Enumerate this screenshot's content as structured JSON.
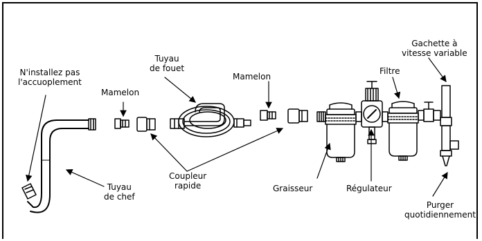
{
  "labels": {
    "no_coupling": [
      "N'installez pas",
      "l'accuoplement"
    ],
    "nipple_left": "Mamelon",
    "whip_hose": [
      "Tuyau",
      "de fouet"
    ],
    "nipple_right": "Mamelon",
    "filter": "Filtre",
    "trigger": [
      "Gachette à",
      "vitesse variable"
    ],
    "lead_hose": [
      "Tuyau",
      "de chef"
    ],
    "quick_coupler": [
      "Coupleur",
      "rapide"
    ],
    "lubricator": "Graisseur",
    "regulator": "Régulateur",
    "drain": [
      "Purger",
      "quotidiennement"
    ]
  },
  "colors": {
    "line": "#000000",
    "background": "#ffffff"
  }
}
